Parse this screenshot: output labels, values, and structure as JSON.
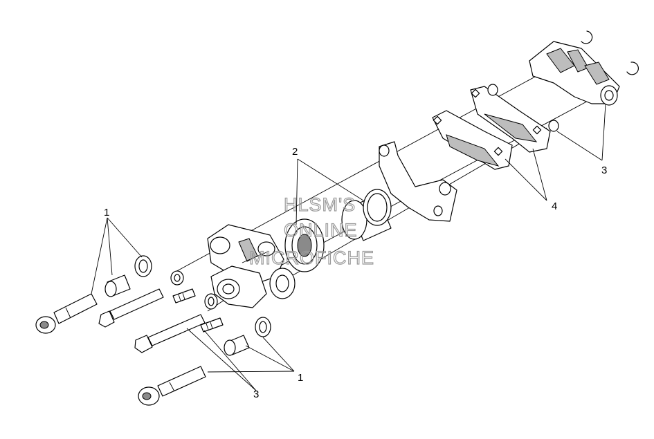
{
  "callouts": [
    {
      "id": "c1_left",
      "label": "1"
    },
    {
      "id": "c1_bottom",
      "label": "1"
    },
    {
      "id": "c2",
      "label": "2"
    },
    {
      "id": "c3_bottom",
      "label": "3"
    },
    {
      "id": "c3_right",
      "label": "3"
    },
    {
      "id": "c4",
      "label": "4"
    }
  ],
  "watermark": {
    "line1": "HLSM'S",
    "line2": "ONLINE",
    "line3": "MICROFICHE"
  }
}
